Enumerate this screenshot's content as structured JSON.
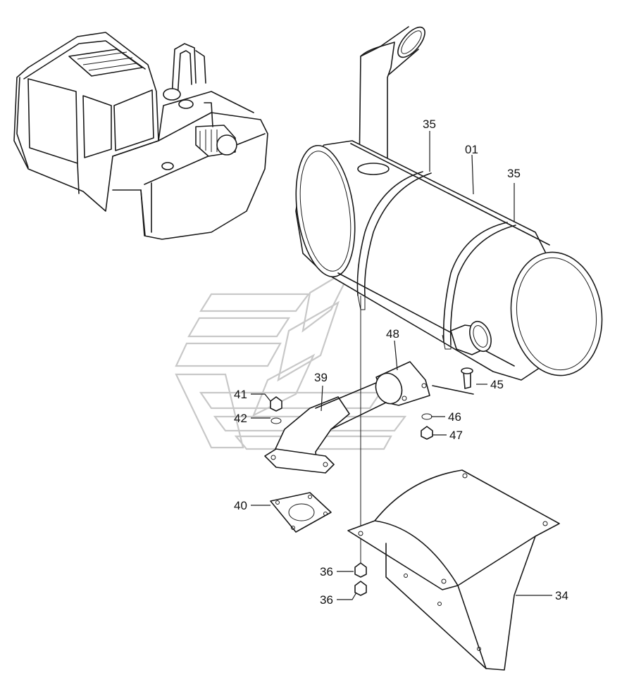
{
  "callouts": {
    "c01": "01",
    "c35a": "35",
    "c35b": "35",
    "c48": "48",
    "c39": "39",
    "c45": "45",
    "c41": "41",
    "c42": "42",
    "c46": "46",
    "c47": "47",
    "c40": "40",
    "c36a": "36",
    "c36b": "36",
    "c34": "34"
  }
}
